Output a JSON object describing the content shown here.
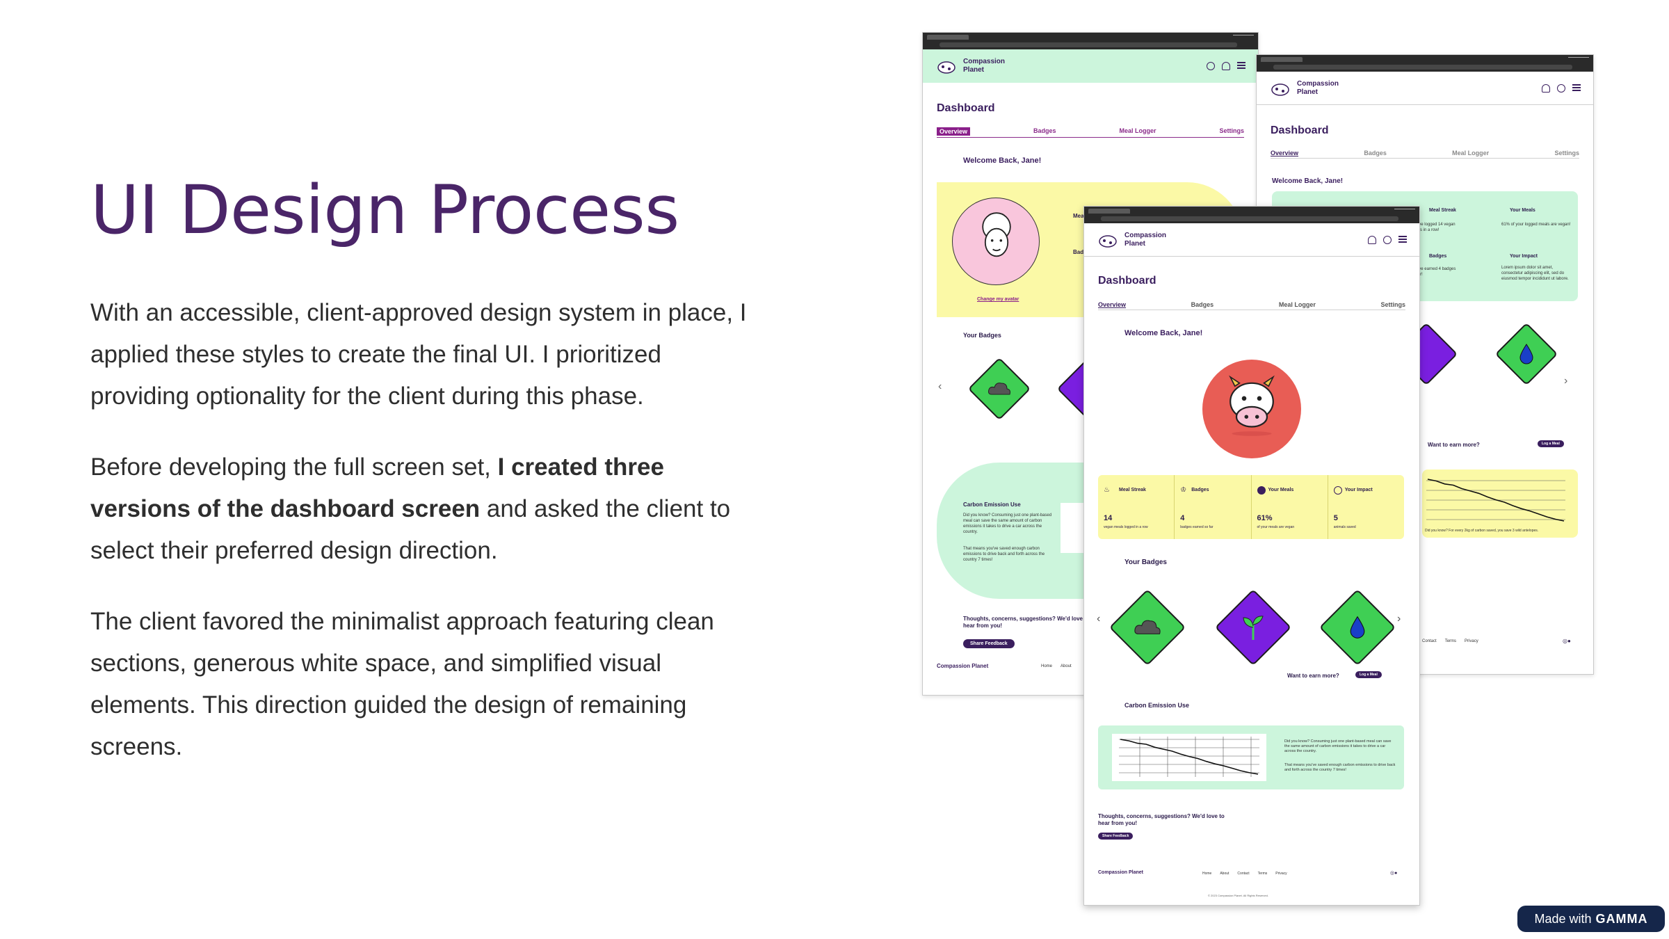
{
  "slide": {
    "title": "UI Design Process",
    "p1": "With an accessible, client-approved design system in place, I applied these styles to create the final UI. I prioritized providing optionality for the client during this phase.",
    "p2_pre": "Before developing the full screen set, ",
    "p2_bold": "I created three versions of the dashboard screen",
    "p2_post": " and asked the client to select their preferred design direction.",
    "p3": "The client favored the minimalist approach featuring clean sections, generous white space, and simplified visual elements. This direction guided the design of remaining screens."
  },
  "mock": {
    "brand": "Compassion Planet",
    "dashboard": "Dashboard",
    "tabs": [
      "Overview",
      "Badges",
      "Meal Logger",
      "Settings"
    ],
    "welcome": "Welcome Back, Jane!",
    "change_avatar": "Change my avatar",
    "your_badges": "Your Badges",
    "want_more": "Want to earn more?",
    "log_meal": "Log a Meal",
    "carbon_title": "Carbon Emission Use",
    "carbon_p1": "Did you know? Consuming just one plant-based meal can save the same amount of carbon emissions it takes to drive a car across the country.",
    "carbon_p2": "That means you've saved enough carbon emissions to drive back and forth across the country 7 times!",
    "feedback_q": "Thoughts, concerns, suggestions? We'd love to hear from you!",
    "share_feedback": "Share Feedback",
    "footer_links": [
      "Home",
      "About",
      "Contact",
      "Terms",
      "Privacy"
    ],
    "copyright": "© 2023 Compassion Planet. All Rights Reserved.",
    "stats": [
      {
        "label": "Meal Streak",
        "value": "14",
        "desc": "vegan meals logged in a row"
      },
      {
        "label": "Badges",
        "value": "4",
        "desc": "badges earned so far"
      },
      {
        "label": "Your Meals",
        "value": "61%",
        "desc": "of your meals are vegan"
      },
      {
        "label": "Your Impact",
        "value": "5",
        "desc": "animals saved"
      }
    ],
    "v2_streak": "You've logged 14 vegan meals in a row!",
    "v2_meals": "61% of your logged meals are vegan!",
    "v2_badges": "You've earned 4 badges so far!",
    "v2_impact": "Lorem ipsum dolor sit amet, consectetur adipiscing elit, sed do eiusmod tempor incididunt ut labore.",
    "v2_chart_note": "Did you know? For every 2kg of carbon saved, you save 3 wild antelopes."
  },
  "chart_values": [
    10,
    9.7,
    9.2,
    9.0,
    8.4,
    8.0,
    7.6,
    7.0,
    6.5,
    6.1,
    5.5,
    5.0,
    4.6,
    4.1,
    3.6,
    3.2,
    2.9
  ],
  "colors": {
    "title": "#4a2568",
    "mint": "#ccf5dc",
    "yellow": "#fbf9a6",
    "green_badge": "#3fcf54",
    "purple_badge": "#7a1fe0",
    "dark_purple": "#3a1e5e",
    "avatar_red": "#e85d55",
    "avatar_pink": "#f9c6dc"
  },
  "gamma": {
    "made_with": "Made with",
    "brand": "GAMMA"
  }
}
